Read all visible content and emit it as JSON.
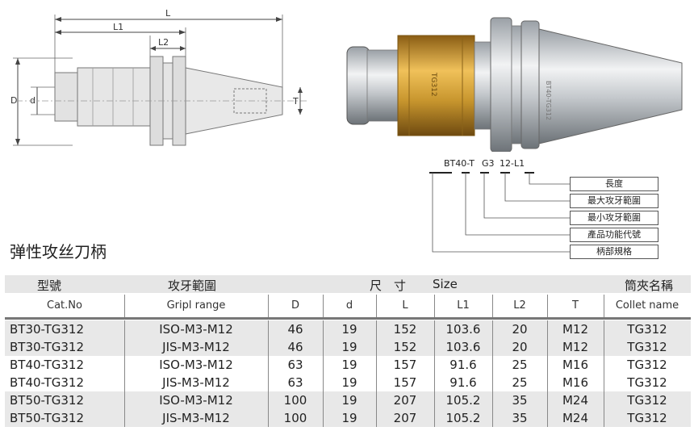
{
  "drawing": {
    "dimension_labels": {
      "L": "L",
      "L1": "L1",
      "L2": "L2",
      "D": "D",
      "d": "d",
      "T": "T"
    }
  },
  "photo": {
    "engraving_holder": "BT40-TG312",
    "engraving_collet": "TG312"
  },
  "code_legend": {
    "code_parts": [
      "BT40-T",
      "G3",
      "12-L1"
    ],
    "items": [
      "長度",
      "最大攻牙範圍",
      "最小攻牙範圍",
      "產品功能代號",
      "柄部規格"
    ]
  },
  "product_title": "弹性攻丝刀柄",
  "table": {
    "header_cn": {
      "cat": "型號",
      "range": "攻牙範圍",
      "size_cn": "尺　寸",
      "size_en": "Size",
      "collet": "筒夾名稱"
    },
    "columns": [
      "Cat.No",
      "Gripl range",
      "D",
      "d",
      "L",
      "L1",
      "L2",
      "T",
      "Collet name"
    ],
    "rows": [
      [
        "BT30-TG312",
        "ISO-M3-M12",
        "46",
        "19",
        "152",
        "103.6",
        "20",
        "M12",
        "TG312"
      ],
      [
        "BT30-TG312",
        "JIS-M3-M12",
        "46",
        "19",
        "152",
        "103.6",
        "20",
        "M12",
        "TG312"
      ],
      [
        "BT40-TG312",
        "ISO-M3-M12",
        "63",
        "19",
        "157",
        "91.6",
        "25",
        "M16",
        "TG312"
      ],
      [
        "BT40-TG312",
        "JIS-M3-M12",
        "63",
        "19",
        "157",
        "91.6",
        "25",
        "M16",
        "TG312"
      ],
      [
        "BT50-TG312",
        "ISO-M3-M12",
        "100",
        "19",
        "207",
        "105.2",
        "35",
        "M24",
        "TG312"
      ],
      [
        "BT50-TG312",
        "JIS-M3-M12",
        "100",
        "19",
        "207",
        "105.2",
        "35",
        "M24",
        "TG312"
      ]
    ]
  },
  "colors": {
    "brass": "#c8962e",
    "steel": "#c9ccd0",
    "row_shade": "#e8e8e8",
    "header_shade": "#e6e6e6"
  }
}
